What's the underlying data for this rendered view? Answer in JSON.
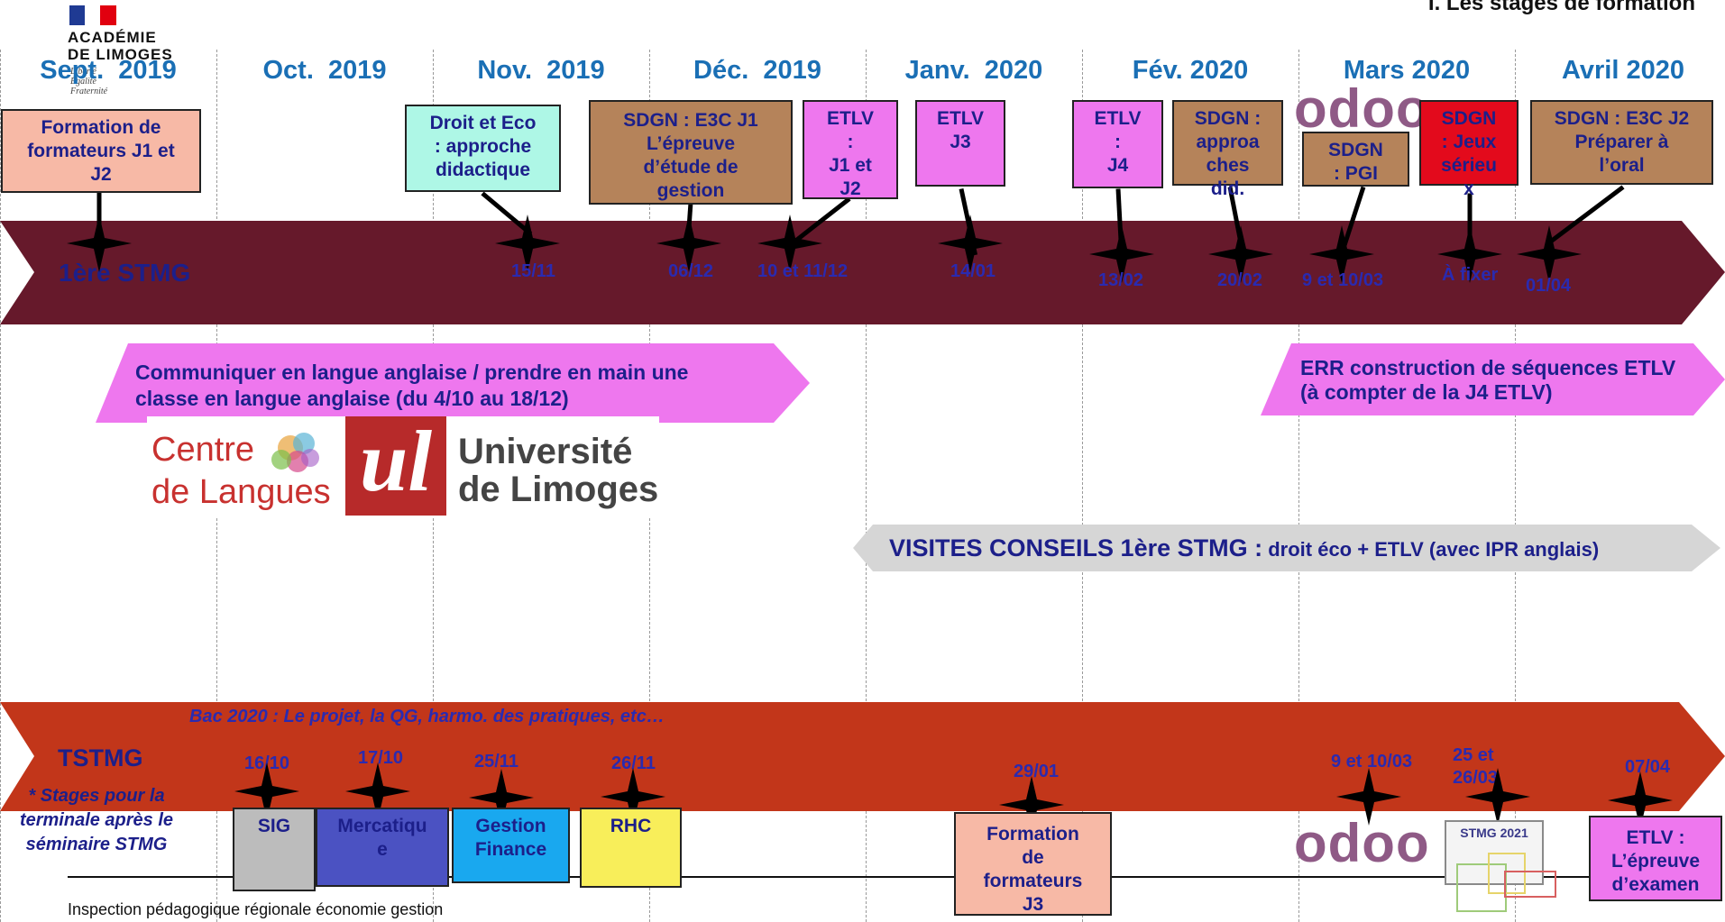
{
  "header": {
    "institution": "ACADÉMIE\nDE LIMOGES",
    "republic_motto": "Liberté\nÉgalité\nFraternité",
    "section_title": "I. Les stages de formation",
    "footer": "Inspection pédagogique régionale économie gestion"
  },
  "months": [
    "Sept.  2019",
    "Oct.  2019",
    "Nov.  2019",
    "Déc.  2019",
    "Janv.  2020",
    "Fév. 2020",
    "Mars 2020",
    "Avril 2020"
  ],
  "first_stmg": {
    "label": "1ère STMG",
    "dates": [
      "15/11",
      "06/12",
      "10 et 11/12",
      "14/01",
      "13/02",
      "20/02",
      "9 et 10/03",
      "À fixer",
      "01/04"
    ],
    "boxes": [
      {
        "text": "Formation de\nformateurs J1 et\nJ2",
        "color": "#f7b9a6"
      },
      {
        "text": "Droit et Eco\n: approche\ndidactique",
        "color": "#aef7e6"
      },
      {
        "text": "SDGN : E3C J1\nL’épreuve\nd’étude de\ngestion",
        "color": "#b5835a"
      },
      {
        "text": "ETLV\n:\nJ1 et\nJ2",
        "color": "#ee77ee"
      },
      {
        "text": "ETLV\nJ3",
        "color": "#ee77ee"
      },
      {
        "text": "ETLV\n:\nJ4",
        "color": "#ee77ee"
      },
      {
        "text": "SDGN :\napproa\nches\ndid.",
        "color": "#b5835a"
      },
      {
        "text": "SDGN\n: PGI",
        "color": "#b5835a"
      },
      {
        "text": "SDGN\n: Jeux\nsérieu\nx",
        "color": "#e30a1c"
      },
      {
        "text": "SDGN : E3C J2\nPréparer à\nl’oral",
        "color": "#b5835a"
      }
    ]
  },
  "english_band": "Communiquer en langue anglaise / prendre en main une\nclasse en langue anglaise (du 4/10 au 18/12)",
  "err_band": "ERR construction de séquences ETLV\n(à compter de la J4 ETLV)",
  "visites_band": {
    "bold": "VISITES CONSEILS 1ère STMG :",
    "rest": " droit éco + ETLV (avec IPR anglais)"
  },
  "logos": {
    "centre_langues": "Centre\nde Langues",
    "universite": "Université\nde Limoges",
    "univ_mark": "ul",
    "odoo": "odoo",
    "stmg": "STMG 2021"
  },
  "tstmg": {
    "label": "TSTMG",
    "bac_text": "Bac 2020 : Le projet, la QG, harmo. des pratiques, etc…",
    "note": "* Stages pour la\nterminale après le\nséminaire STMG",
    "dates": [
      "16/10",
      "17/10",
      "25/11",
      "26/11",
      "29/01",
      "9 et 10/03",
      "25 et\n26/03",
      "07/04"
    ],
    "boxes": [
      {
        "text": "SIG",
        "color": "#bcbcbc"
      },
      {
        "text": "Mercatiqu\ne",
        "color": "#4b52c2"
      },
      {
        "text": "Gestion\nFinance",
        "color": "#19a8ef"
      },
      {
        "text": "RHC",
        "color": "#f8ee5a"
      },
      {
        "text": "Formation\nde\nformateurs\nJ3",
        "color": "#f7b9a6"
      },
      {
        "text": "ETLV :\nL’épreuve\nd’examen",
        "color": "#ee77ee"
      }
    ]
  },
  "colors": {
    "maroon": "#66192b",
    "rust": "#c2361a",
    "pink": "#ee77ee",
    "grey": "#d6d6d6",
    "month": "#1a6fb5",
    "navy": "#1c1f8a"
  }
}
